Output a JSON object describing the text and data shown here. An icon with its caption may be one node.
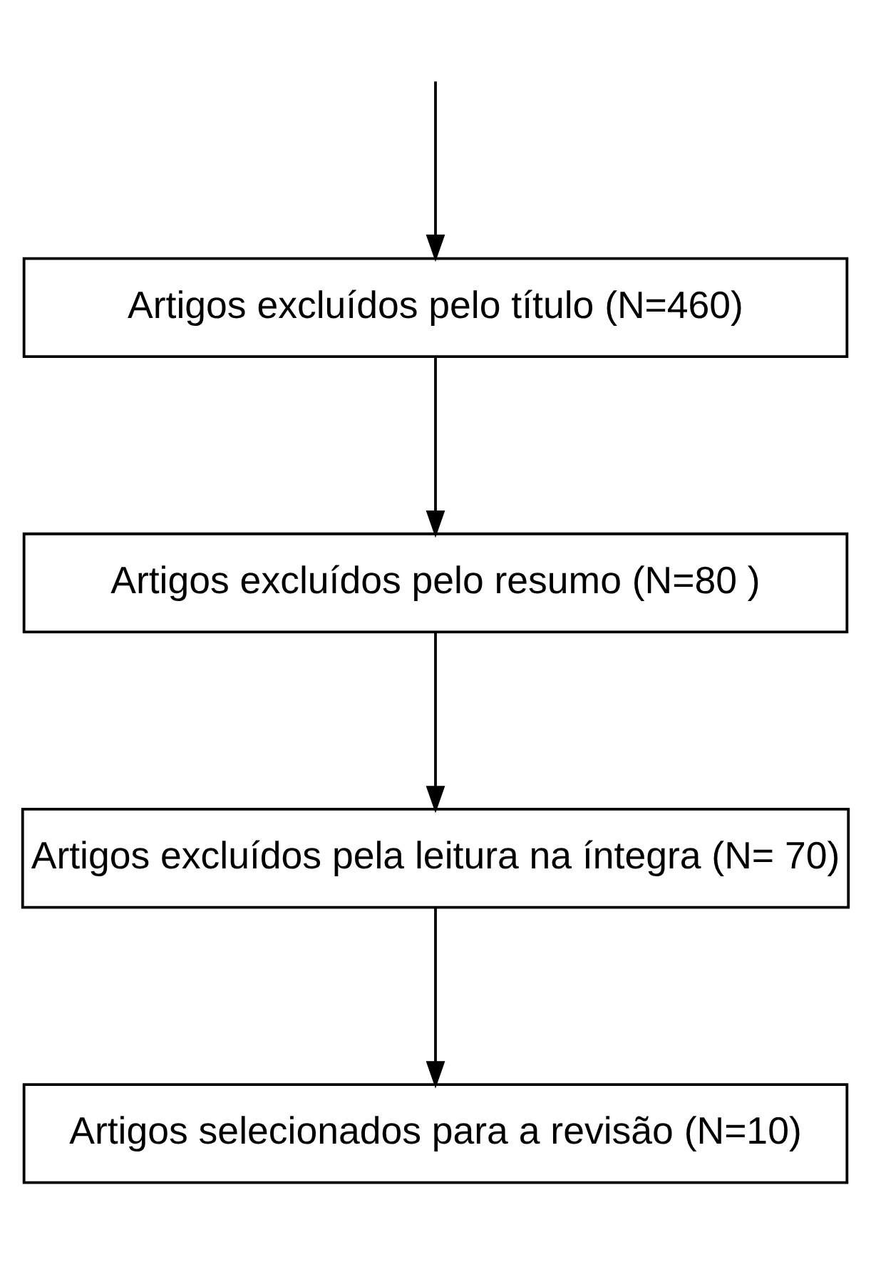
{
  "diagram": {
    "nodes": [
      {
        "text": [
          "Artigos excluídos pelo título (N=460)"
        ]
      },
      {
        "text": [
          "Artigos excluídos pelo resumo (N=80 )"
        ]
      },
      {
        "text": [
          "Artigos excluídos pela leitura na íntegra (N= 70)"
        ]
      },
      {
        "text": [
          "Artigos selecionados para a revisão (N=10)"
        ]
      }
    ],
    "edges": [
      {
        "from": null,
        "to": 0,
        "arrow": "to"
      },
      {
        "from": 0,
        "to": 1,
        "arrow": "to"
      },
      {
        "from": 1,
        "to": 2,
        "arrow": "to"
      },
      {
        "from": 2,
        "to": 3,
        "arrow": "to"
      }
    ]
  }
}
